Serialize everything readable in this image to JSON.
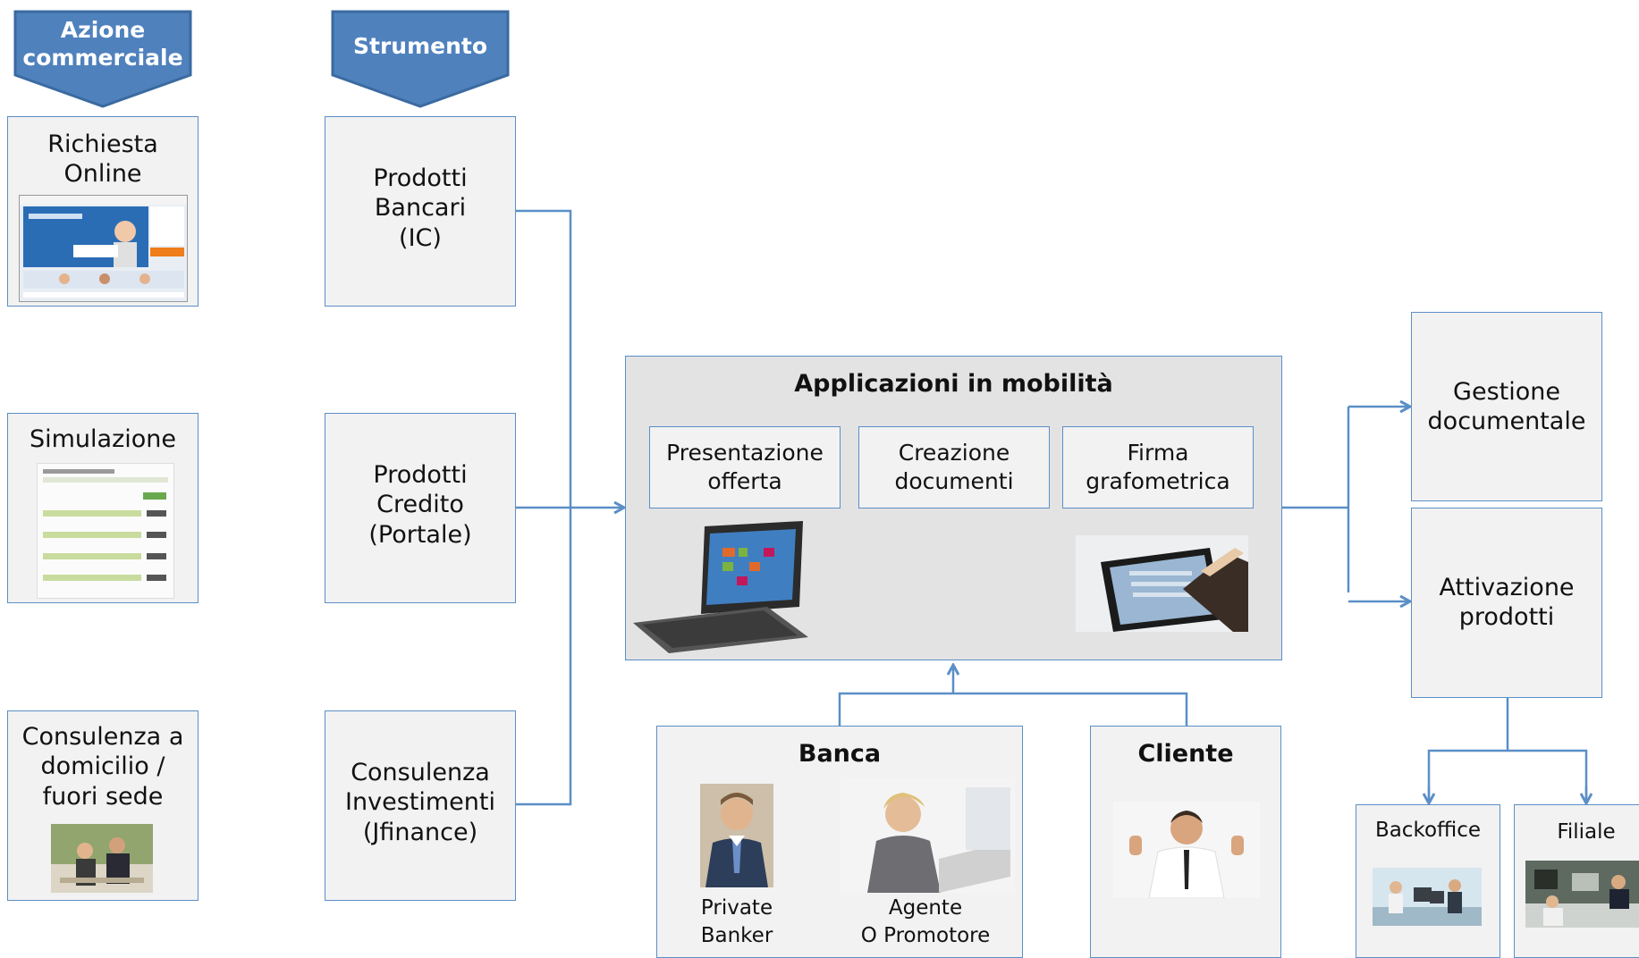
{
  "headers": {
    "azione": "Azione\ncommerciale",
    "strumento": "Strumento"
  },
  "azione_items": {
    "online": "Richiesta\nOnline",
    "simulazione": "Simulazione",
    "consulenza": "Consulenza a\ndomicilio /\nfuori sede"
  },
  "strumento_items": {
    "bancari": "Prodotti\nBancari\n(IC)",
    "credito": "Prodotti\nCredito\n(Portale)",
    "investimenti": "Consulenza\nInvestimenti\n(Jfinance)"
  },
  "mobile": {
    "title": "Applicazioni in mobilità",
    "presentazione": "Presentazione\nofferta",
    "creazione": "Creazione\ndocumenti",
    "firma": "Firma\ngrafometrica"
  },
  "banca": {
    "title": "Banca",
    "private_banker": "Private\nBanker",
    "agente": "Agente\nO Promotore"
  },
  "cliente": {
    "title": "Cliente"
  },
  "outputs": {
    "gestione": "Gestione\ndocumentale",
    "attivazione": "Attivazione\nprodotti"
  },
  "destinations": {
    "backoffice": "Backoffice",
    "filiale": "Filiale"
  },
  "colors": {
    "connector": "#5b8fc7",
    "header_fill": "#4f81bd",
    "box_fill": "#f2f2f2",
    "mobile_fill": "#e3e3e3"
  }
}
